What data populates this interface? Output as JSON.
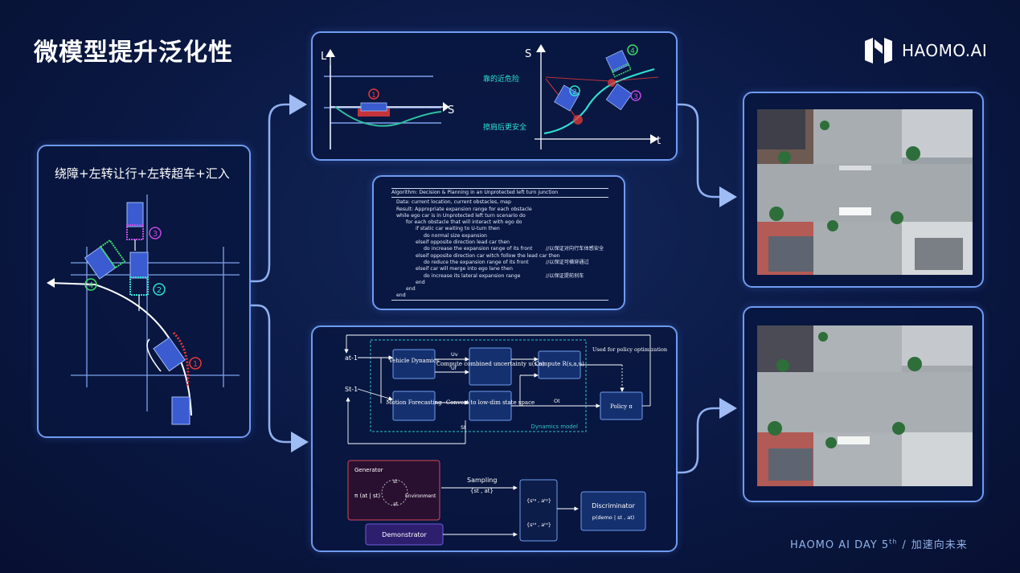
{
  "title": "微模型提升泛化性",
  "logo": {
    "text": "HAOMO.AI"
  },
  "scenario": {
    "label": "绕障+左转让行+左转超车+汇入"
  },
  "markers": [
    "1",
    "2",
    "3",
    "4"
  ],
  "ls_chart": {
    "y_label": "L",
    "x_label": "S"
  },
  "st_chart": {
    "y_label": "S",
    "x_label": "t",
    "annotation_near": "靠的近危险",
    "annotation_after": "擦肩后更安全"
  },
  "algorithm": {
    "title": "Algorithm: Decision & Planning in an Unprotected left turn junction",
    "lines": [
      "Data: current location, current obstacles, map",
      "Result: Appropriate expansion range for each obstacle",
      "while ego car is in Unprotected left turn scenario do",
      "for each obstacle that will interact with ego do",
      "if static car waiting to U-turn then",
      "do normal size expansion",
      "elseif opposite direction lead car then",
      "do increase the expansion range of its front",
      "elseif opposite direction car witch follow the lead car then",
      "do reduce the expansion range of its front",
      "elseif car will merge into ego lane then",
      "do increase its lateral expansion range",
      "end",
      "end",
      "end"
    ],
    "comments": [
      "//以保证对向行车体感安全",
      "//以保证可横穿通过",
      "//以保证提前刹车"
    ]
  },
  "dynamics": {
    "inputs": [
      "at-1",
      "St-1"
    ],
    "boxes": {
      "vehicle": "Vehicle Dynamics",
      "motion": "Motion Forecasting",
      "uncertainty": "Compute combined uncertainty u(s,a)",
      "convert": "Convert to low-dim state space",
      "reward": "Compute R(s,a,u)",
      "policy": "Policy π"
    },
    "edge_labels": [
      "Uv",
      "Uf",
      "Ot",
      "St"
    ],
    "note": "Used for policy optimization",
    "model_label": "Dynamics model"
  },
  "gail": {
    "generator": "Generator",
    "policy": "π (at | st)",
    "s_t": "st",
    "a_t": "at",
    "environment": "Environment",
    "sampling": "Sampling",
    "sample_set": "{st , at}",
    "pair1": "{sᵗᵍ , aᵗᵍ}",
    "pair2": "{sᵗᵈ , aᵗᵈ}",
    "discriminator": "Discriminator",
    "disc_formula": "p(demo | st , at)",
    "demonstrator": "Demonstrator"
  },
  "footer": {
    "event": "HAOMO AI DAY 5",
    "sup": "th",
    "slogan": "加速向未来"
  },
  "colors": {
    "accent": "#6f9bf0",
    "background": "#0a1843",
    "red": "#e53a3a",
    "teal": "#2fe0d0",
    "green": "#3ddc6a",
    "purple": "#c04be0",
    "car_blue": "#3b5bd0"
  }
}
